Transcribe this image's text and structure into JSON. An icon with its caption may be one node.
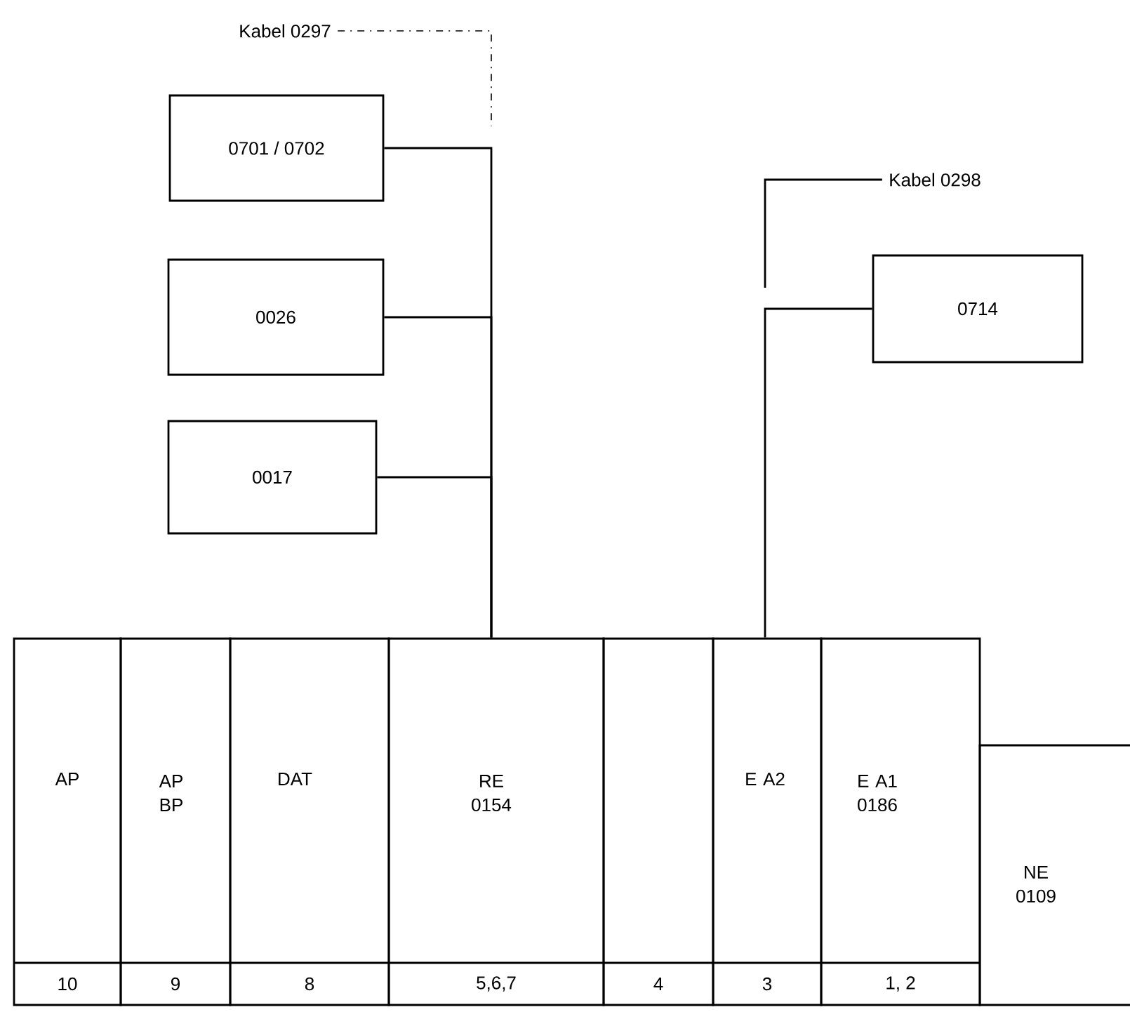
{
  "diagram": {
    "nodes": [
      {
        "text": [
          "Kabel 0297"
        ]
      },
      {
        "text": [
          "0701 / 0702"
        ]
      },
      {
        "text": [
          "Kabel 0298"
        ]
      },
      {
        "text": [
          "0714"
        ]
      },
      {
        "text": [
          "0026"
        ]
      },
      {
        "text": [
          "0017"
        ]
      },
      {
        "text": [
          "AP",
          "10"
        ]
      },
      {
        "text": [
          "AP BP",
          "9"
        ]
      },
      {
        "text": [
          "DAT",
          "8"
        ]
      },
      {
        "text": [
          "RE 0154",
          "5,6,7"
        ]
      },
      {
        "text": [
          "4"
        ]
      },
      {
        "text": [
          "E A2",
          "3"
        ]
      },
      {
        "text": [
          "E A1 0186",
          "1, 2"
        ]
      },
      {
        "text": [
          "NE 0109"
        ]
      }
    ],
    "edges": [
      {
        "from": 0,
        "to": null,
        "arrow": "none",
        "style": "dashed"
      },
      {
        "from": 2,
        "to": null,
        "arrow": "none"
      },
      {
        "from": 1,
        "to": 9,
        "arrow": "none"
      },
      {
        "from": 4,
        "to": 9,
        "arrow": "none"
      },
      {
        "from": 5,
        "to": 9,
        "arrow": "none"
      },
      {
        "from": 3,
        "to": 11,
        "arrow": "none"
      }
    ]
  }
}
